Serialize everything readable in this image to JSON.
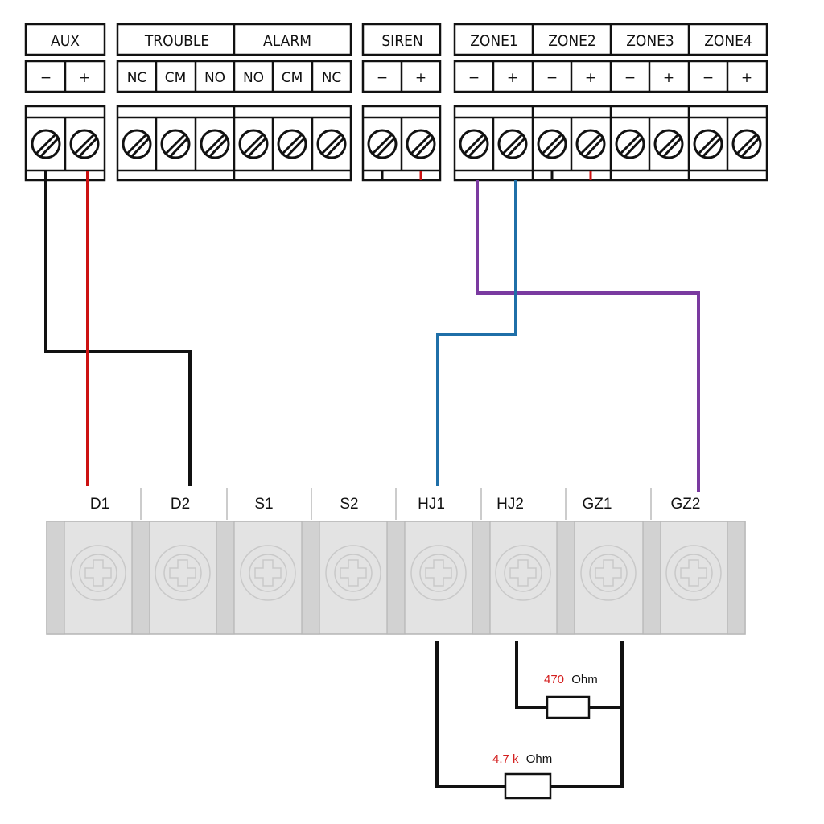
{
  "top_block": {
    "groups": [
      {
        "name": "AUX",
        "terminals": [
          "−",
          "+"
        ]
      },
      {
        "name": "TROUBLE",
        "terminals": [
          "NC",
          "CM",
          "NO"
        ]
      },
      {
        "name": "ALARM",
        "terminals": [
          "NO",
          "CM",
          "NC"
        ]
      },
      {
        "name": "SIREN",
        "terminals": [
          "−",
          "+"
        ]
      },
      {
        "name": "ZONE1",
        "terminals": [
          "−",
          "+"
        ]
      },
      {
        "name": "ZONE2",
        "terminals": [
          "−",
          "+"
        ]
      },
      {
        "name": "ZONE3",
        "terminals": [
          "−",
          "+"
        ]
      },
      {
        "name": "ZONE4",
        "terminals": [
          "−",
          "+"
        ]
      }
    ]
  },
  "bottom_block": {
    "terminals": [
      "D1",
      "D2",
      "S1",
      "S2",
      "HJ1",
      "HJ2",
      "GZ1",
      "GZ2"
    ]
  },
  "resistors": [
    {
      "value": "470",
      "unit": "Ohm"
    },
    {
      "value": "4.7 k",
      "unit": "Ohm"
    }
  ],
  "wire_colors": {
    "black": "#111111",
    "red": "#cc1111",
    "blue": "#1f6fa8",
    "purple": "#7a3aa0"
  },
  "accent_colors": {
    "resistor_value": "#d42020"
  }
}
